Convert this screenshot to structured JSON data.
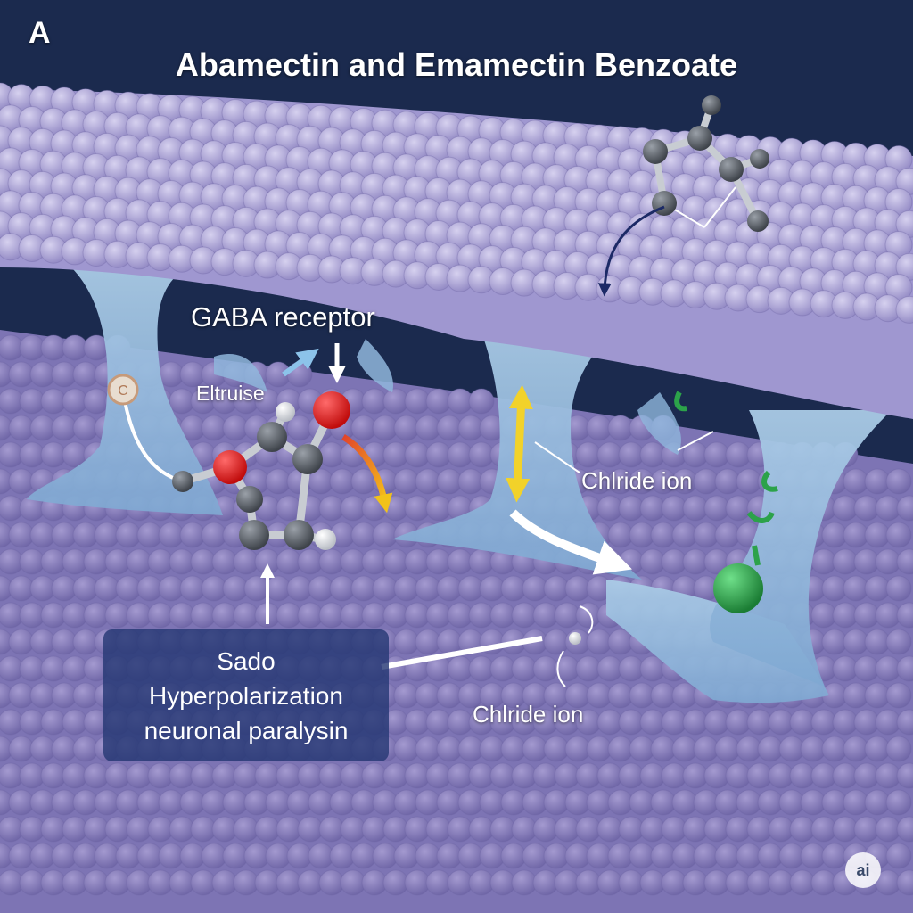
{
  "figure": {
    "panel_letter": "A",
    "title": "Abamectin and Emamectin Benzoate"
  },
  "labels": {
    "gaba_receptor": "GABA receptor",
    "eltruise": "Eltruise",
    "chloride_ion_upper": "Chlride ion",
    "chloride_ion_lower": "Chlride ion"
  },
  "info_box": {
    "line1": "Sado",
    "line2": "Hyperpolarization",
    "line3": "neuronal paralysin"
  },
  "small_mark": "C",
  "watermark": "ai",
  "colors": {
    "background": "#1b2a4e",
    "membrane_top": "#b3acd9",
    "membrane_bottom": "#8f85c2",
    "channel": "#9fc2e0",
    "oxygen_atom": "#e01818",
    "carbon_atom": "#555a62",
    "chloride_green": "#2ca24a",
    "arrow_yellow": "#f2d22a"
  }
}
